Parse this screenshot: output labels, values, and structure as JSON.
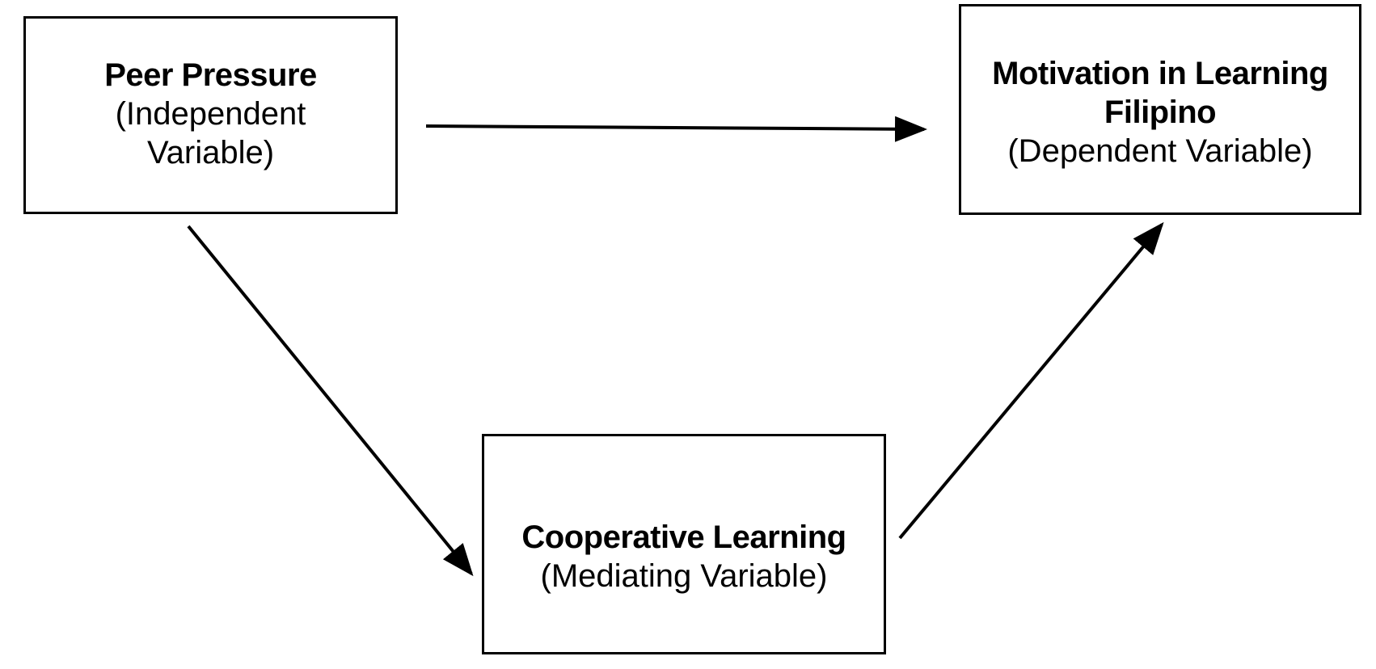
{
  "nodes": {
    "independent": {
      "title": "Peer Pressure",
      "subtitle_line1": "(Independent",
      "subtitle_line2": "Variable)"
    },
    "dependent": {
      "title_line1": "Motivation in Learning",
      "title_line2": "Filipino",
      "subtitle": "(Dependent Variable)"
    },
    "mediating": {
      "title": "Cooperative Learning",
      "subtitle": "(Mediating Variable)"
    }
  },
  "edges": [
    {
      "from": "independent",
      "to": "dependent"
    },
    {
      "from": "independent",
      "to": "mediating"
    },
    {
      "from": "mediating",
      "to": "dependent"
    }
  ]
}
